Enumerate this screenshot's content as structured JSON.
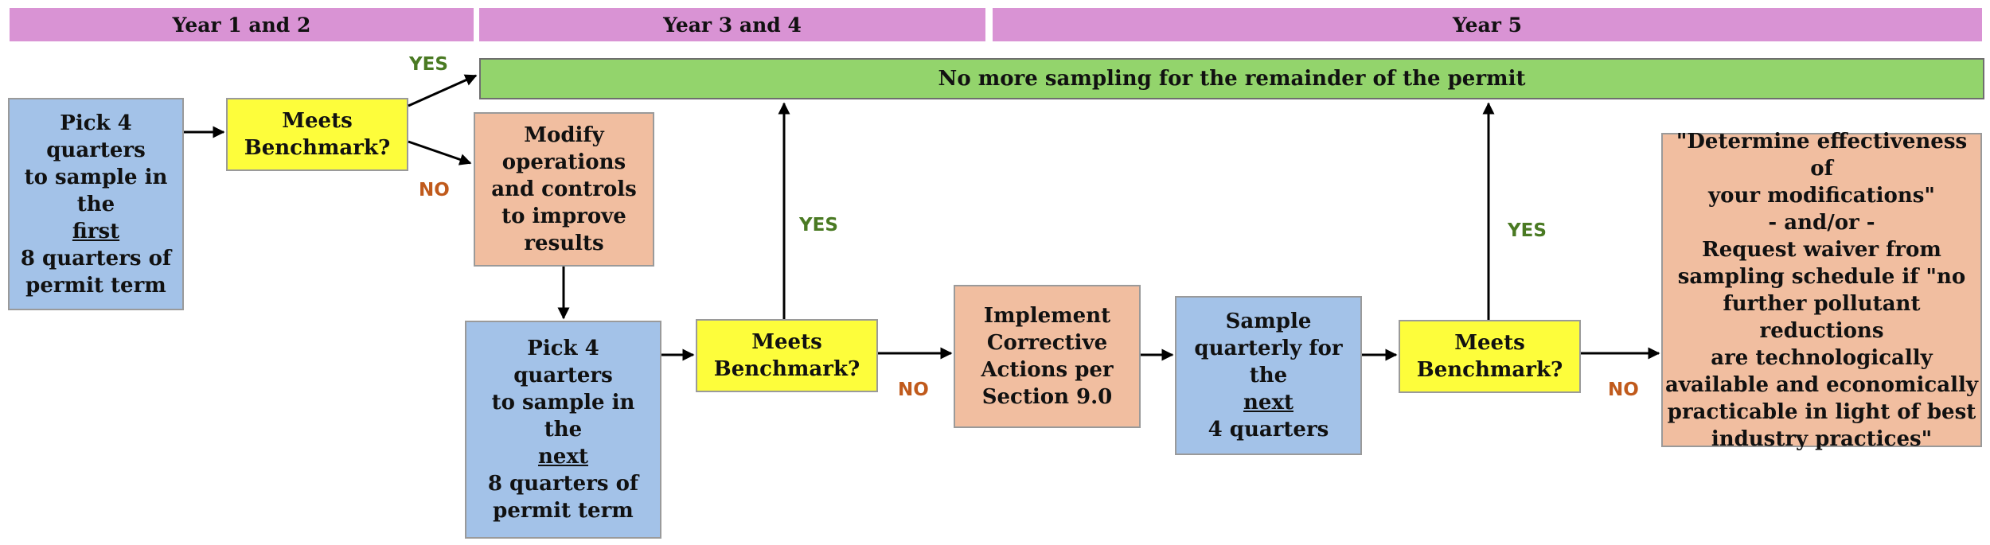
{
  "headers": {
    "year12": "Year 1 and 2",
    "year34": "Year 3 and 4",
    "year5": "Year 5"
  },
  "no_more_sampling": "No more sampling for the remainder of the permit",
  "pick_first": {
    "line1": "Pick 4",
    "line2": "quarters",
    "line3": "to sample in",
    "line4": "the",
    "line5": "first",
    "line6": "8 quarters of",
    "line7": "permit term"
  },
  "meets1": {
    "line1": "Meets",
    "line2": "Benchmark?"
  },
  "modify": {
    "line1": "Modify",
    "line2": "operations",
    "line3": "and controls",
    "line4": "to improve",
    "line5": "results"
  },
  "pick_next": {
    "line1": "Pick 4",
    "line2": "quarters",
    "line3": "to sample in",
    "line4": "the",
    "line5": "next",
    "line6": "8 quarters of",
    "line7": "permit term"
  },
  "meets2": {
    "line1": "Meets",
    "line2": "Benchmark?"
  },
  "implement": {
    "line1": "Implement",
    "line2": "Corrective",
    "line3": "Actions per",
    "line4": "Section 9.0"
  },
  "sample_quarterly": {
    "line1": "Sample",
    "line2": "quarterly for",
    "line3": "the",
    "line4": "next",
    "line5": "4 quarters"
  },
  "meets3": {
    "line1": "Meets",
    "line2": "Benchmark?"
  },
  "determine": {
    "line1": "\"Determine effectiveness of",
    "line2": "your modifications\"",
    "line3": "- and/or -",
    "line4": "Request waiver from",
    "line5": "sampling schedule if \"no",
    "line6": "further pollutant reductions",
    "line7": "are technologically",
    "line8": "available and economically",
    "line9": "practicable in light of best",
    "line10": "industry practices\""
  },
  "labels": {
    "yes1": "YES",
    "no1": "NO",
    "yes2": "YES",
    "no2": "NO",
    "yes3": "YES",
    "no3": "NO"
  },
  "colors": {
    "header": "#d993d4",
    "green": "#93d46c",
    "blue": "#a3c2e8",
    "yellow": "#fdfd3b",
    "peach": "#f1bea0",
    "yes": "#4a7a23",
    "no": "#c05a1c"
  }
}
